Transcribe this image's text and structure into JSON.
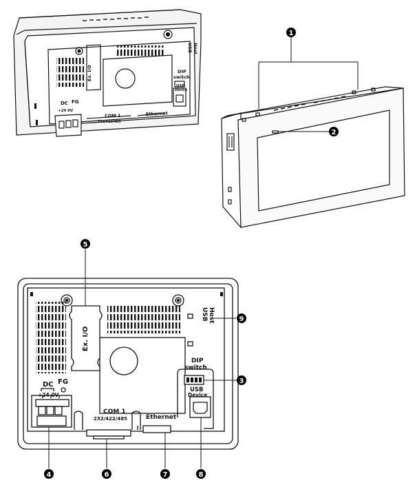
{
  "labels": {
    "dc": "DC",
    "fg": "FG",
    "volts": "+24 0V",
    "ex_io": "Ex. I/O",
    "com1": "COM 1",
    "com1_sub": "232/422/485",
    "ethernet": "Ethernet",
    "dip": "DIP",
    "switch": "switch",
    "usb": "USB",
    "device": "Device",
    "host": "Host"
  },
  "callouts": [
    {
      "num": "1"
    },
    {
      "num": "2"
    },
    {
      "num": "3"
    },
    {
      "num": "4"
    },
    {
      "num": "5"
    },
    {
      "num": "6"
    },
    {
      "num": "7"
    },
    {
      "num": "8"
    },
    {
      "num": "9"
    }
  ],
  "colors": {
    "line": "#111111",
    "badge": "#000000",
    "paper": "#ffffff"
  }
}
